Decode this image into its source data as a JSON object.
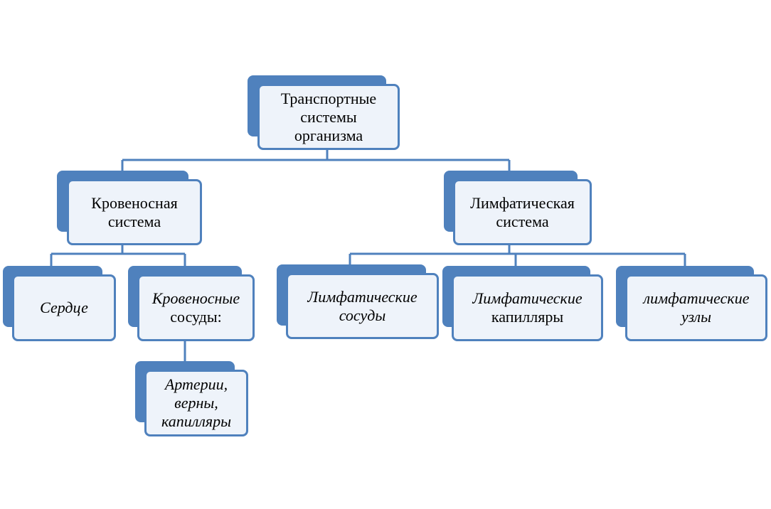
{
  "diagram": {
    "root": {
      "lines": [
        "Транспортные",
        "системы",
        "организма"
      ]
    },
    "blood": {
      "lines": [
        "Кровеносная",
        "система"
      ]
    },
    "lymph": {
      "lines": [
        "Лимфатическая",
        "система"
      ]
    },
    "heart": {
      "lines": [
        "Сердце"
      ]
    },
    "vessels": {
      "lines": [
        "Кровеносные",
        "сосуды:"
      ]
    },
    "arteries": {
      "lines": [
        "Артерии,",
        "верны,",
        "капилляры"
      ]
    },
    "lymph_vessels": {
      "lines": [
        "Лимфатические",
        "сосуды"
      ]
    },
    "lymph_capillaries": {
      "lines": [
        "Лимфатические",
        "капилляры"
      ]
    },
    "lymph_nodes": {
      "lines": [
        "лимфатические",
        "узлы"
      ]
    }
  },
  "colors": {
    "accent": "#4f81bd",
    "box_fill": "#eef3fa"
  }
}
